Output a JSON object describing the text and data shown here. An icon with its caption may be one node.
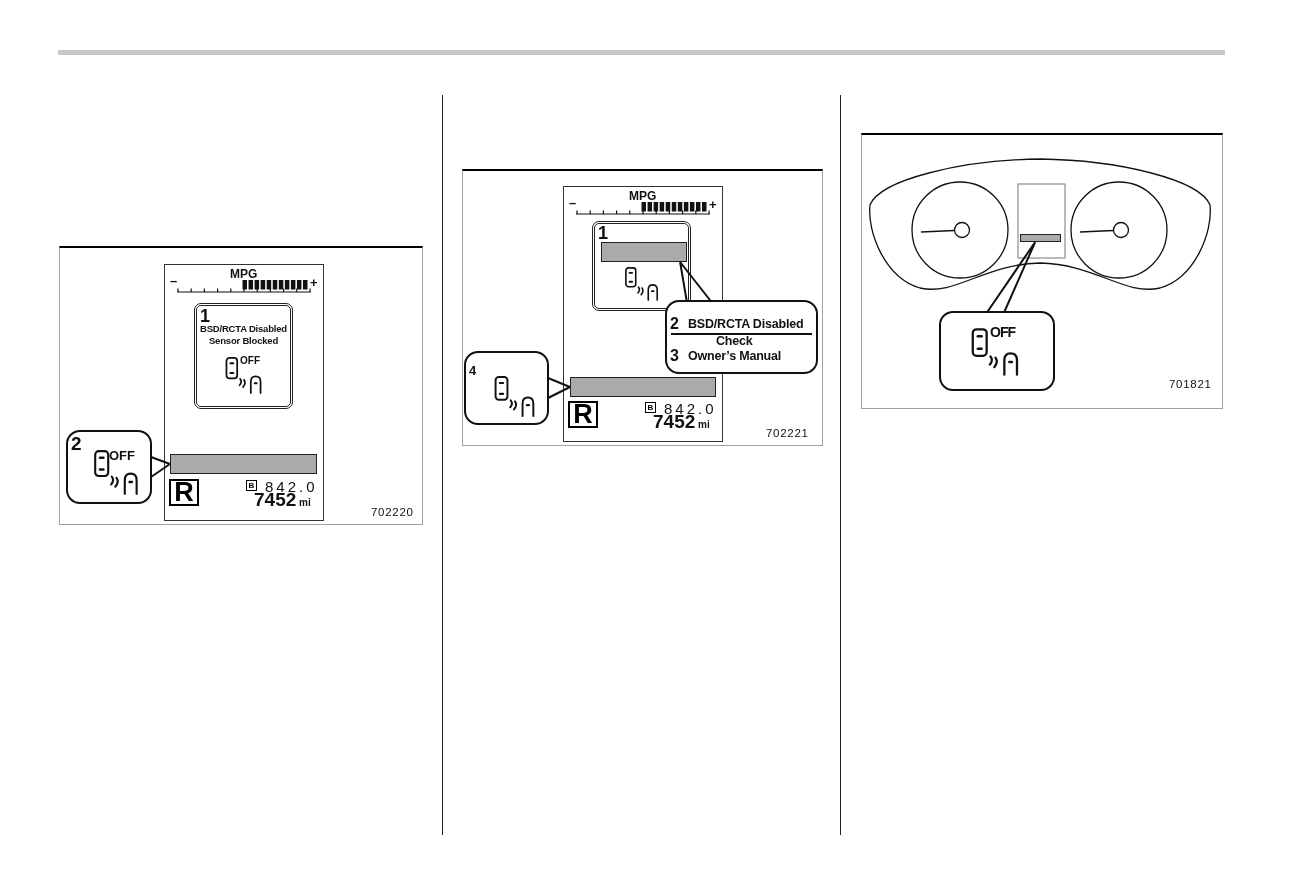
{
  "diagram": {
    "nodes": [
      {
        "text": [
          "702220"
        ]
      },
      {
        "text": [
          "MPG",
          "–",
          "+",
          "842.0",
          "7452",
          "mi"
        ],
        "in": 0
      },
      {
        "text": [
          "1",
          "BSD/RCTA Disabled Sensor Blocked",
          "OFF"
        ],
        "in": 1
      },
      {
        "text": [
          "2",
          "OFF"
        ],
        "in": 0
      },
      {
        "text": [],
        "shape": "bar",
        "in": 1
      },
      {
        "text": [
          "R"
        ],
        "in": 1
      },
      {
        "text": [
          "B"
        ],
        "in": 1
      },
      {
        "text": [
          "702221"
        ]
      },
      {
        "text": [
          "MPG",
          "–",
          "+",
          "842.0",
          "7452",
          "mi"
        ],
        "in": 7
      },
      {
        "text": [
          "1"
        ],
        "in": 8
      },
      {
        "text": [],
        "shape": "bar",
        "in": 9
      },
      {
        "text": [
          "2",
          "BSD/RCTA Disabled",
          "Check",
          "3",
          "Owner’s Manual"
        ],
        "in": 7
      },
      {
        "text": [
          "4"
        ],
        "in": 7
      },
      {
        "text": [],
        "shape": "bar",
        "in": 8
      },
      {
        "text": [
          "R"
        ],
        "in": 8
      },
      {
        "text": [
          "B"
        ],
        "in": 8
      },
      {
        "text": [
          "701821"
        ]
      },
      {
        "text": [],
        "shape": "bar",
        "in": 16
      },
      {
        "text": [
          "OFF"
        ],
        "in": 16
      }
    ],
    "edges": [
      {
        "from": 3,
        "to": 4,
        "arrow": "none"
      },
      {
        "from": 11,
        "to": 10,
        "arrow": "none"
      },
      {
        "from": 12,
        "to": 13,
        "arrow": "none"
      },
      {
        "from": 18,
        "to": 17,
        "arrow": "none"
      }
    ]
  }
}
